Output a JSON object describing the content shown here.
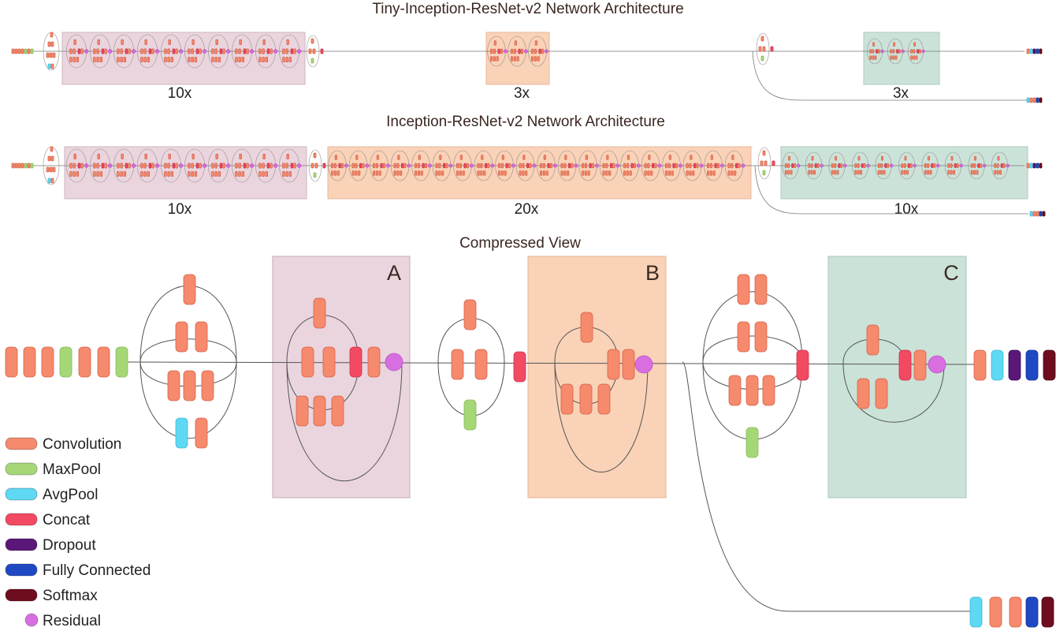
{
  "titles": {
    "tiny": "Tiny-Inception-ResNet-v2 Network Architecture",
    "full": "Inception-ResNet-v2 Network Architecture",
    "compressed": "Compressed View"
  },
  "tiny_repeats": [
    "10x",
    "3x",
    "3x"
  ],
  "full_repeats": [
    "10x",
    "20x",
    "10x"
  ],
  "blocks": {
    "a": "A",
    "b": "B",
    "c": "C"
  },
  "colors": {
    "convolution": "#f58a6c",
    "maxpool": "#a5d777",
    "avgpool": "#5ed8f3",
    "concat": "#f24a63",
    "dropout": "#5a1778",
    "fully_connected": "#1f49c3",
    "softmax": "#6e0d1e",
    "residual": "#d86ee0",
    "block_a": "#ead5de",
    "block_b": "#f9d2b7",
    "block_c": "#cbe2d8"
  },
  "legend": [
    {
      "label": "Convolution",
      "color": "#f58a6c"
    },
    {
      "label": "MaxPool",
      "color": "#a5d777"
    },
    {
      "label": "AvgPool",
      "color": "#5ed8f3"
    },
    {
      "label": "Concat",
      "color": "#f24a63"
    },
    {
      "label": "Dropout",
      "color": "#5a1778"
    },
    {
      "label": "Fully Connected",
      "color": "#1f49c3"
    },
    {
      "label": "Softmax",
      "color": "#6e0d1e"
    },
    {
      "label": "Residual",
      "color": "#d86ee0"
    }
  ]
}
